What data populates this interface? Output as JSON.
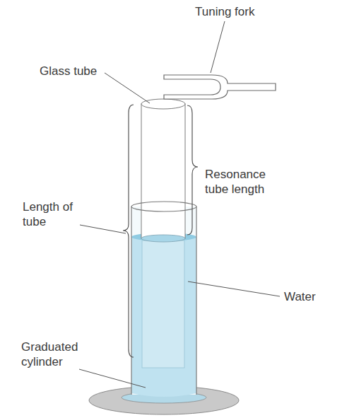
{
  "diagram": {
    "labels": [
      "Tuning fork",
      "Glass tube",
      "Resonance tube length",
      "Length of tube",
      "Water",
      "Graduated cylinder"
    ]
  }
}
